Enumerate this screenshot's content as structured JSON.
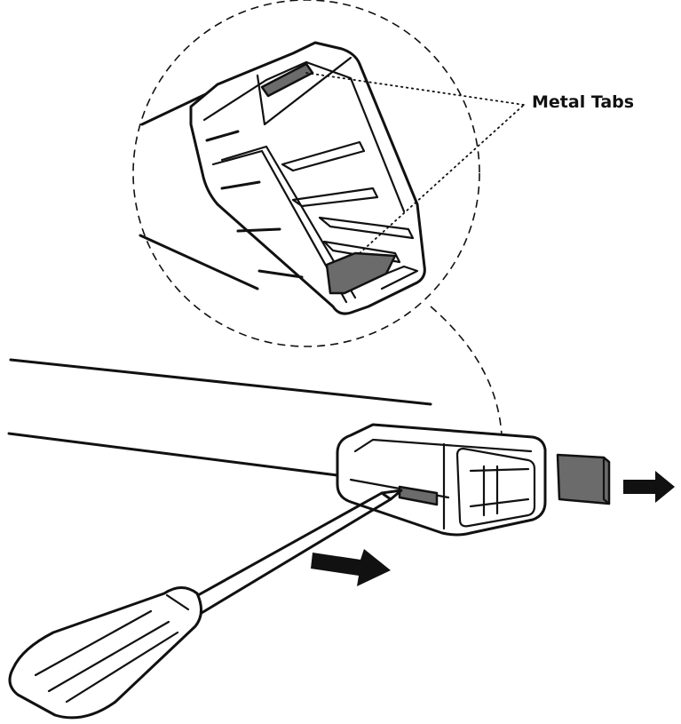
{
  "labels": {
    "metal_tabs": "Metal Tabs"
  },
  "colors": {
    "ink": "#111111",
    "metal_tab_fill": "#6b6b6b",
    "background": "#ffffff"
  },
  "icons": {
    "push_arrow": "arrow-right",
    "removal_arrow": "arrow-right"
  }
}
